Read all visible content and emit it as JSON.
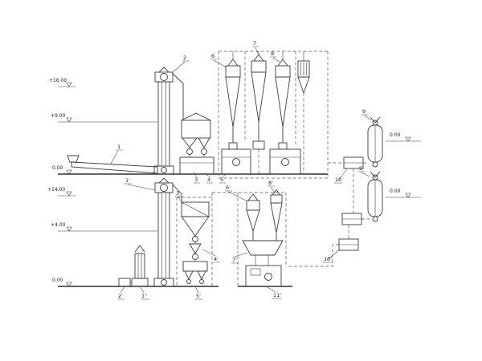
{
  "canvas": {
    "background": "#ffffff",
    "line_color": "#3c3c3c",
    "dashed_duct_color": "#555555"
  },
  "elevations": [
    {
      "label": "+16.00"
    },
    {
      "label": "+9.00"
    },
    {
      "label": "0.00"
    },
    {
      "label": "+14.00"
    },
    {
      "label": "+4.00"
    },
    {
      "label": "0.00"
    },
    {
      "label": "0.00"
    },
    {
      "label": "0.00"
    }
  ],
  "labels": [
    {
      "text": "1"
    },
    {
      "text": "2"
    },
    {
      "text": "3"
    },
    {
      "text": "4"
    },
    {
      "text": "5"
    },
    {
      "text": "6"
    },
    {
      "text": "7"
    },
    {
      "text": "8"
    },
    {
      "text": "9"
    },
    {
      "text": "10"
    },
    {
      "text": "9'"
    },
    {
      "text": "10'"
    },
    {
      "text": "1'"
    },
    {
      "text": "2'"
    },
    {
      "text": "1''"
    },
    {
      "text": "3'"
    },
    {
      "text": "4'"
    },
    {
      "text": "5'"
    },
    {
      "text": "6'"
    },
    {
      "text": "7'"
    },
    {
      "text": "8'"
    },
    {
      "text": "11'"
    }
  ]
}
